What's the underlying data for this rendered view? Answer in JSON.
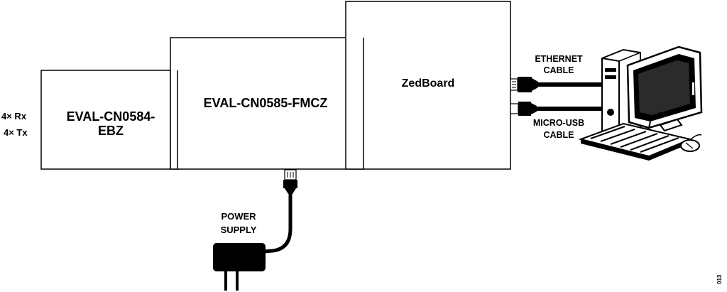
{
  "io_labels": {
    "rx": "4× Rx",
    "tx": "4× Tx"
  },
  "boards": {
    "eval_cn0584": {
      "line1": "EVAL-CN0584-",
      "line2": "EBZ"
    },
    "eval_cn0585": {
      "label": "EVAL-CN0585-FMCZ"
    },
    "zedboard": {
      "label": "ZedBoard"
    }
  },
  "cables": {
    "ethernet": {
      "line1": "ETHERNET",
      "line2": "CABLE"
    },
    "micro_usb": {
      "line1": "MICRO-USB",
      "line2": "CABLE"
    }
  },
  "power_supply": {
    "line1": "POWER",
    "line2": "SUPPLY"
  },
  "figure_number": "013",
  "colors": {
    "stroke": "#000000",
    "fill": "#ffffff",
    "screen": "#1a1a1a"
  }
}
